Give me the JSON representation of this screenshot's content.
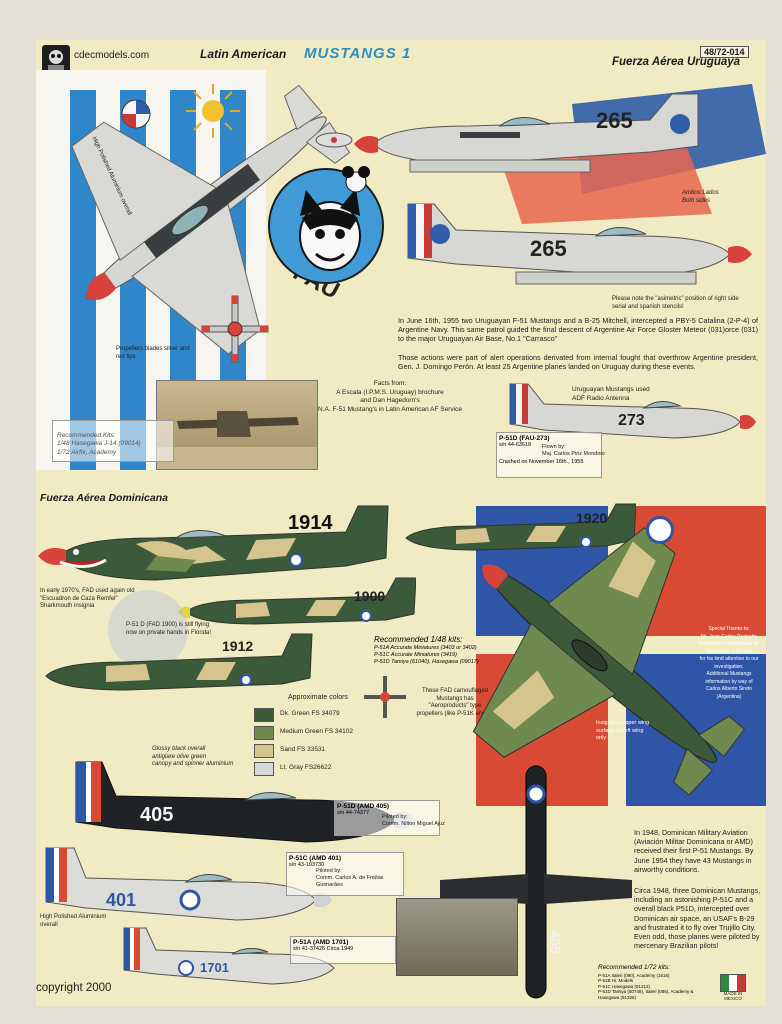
{
  "header": {
    "site": "cdecmodels.com",
    "series": "Latin American",
    "title": "MUSTANGS 1",
    "code": "48/72-014"
  },
  "uruguay": {
    "heading": "Fuerza Aérea Uruguaya",
    "left_note": "High Polished Aluminium overall",
    "prop_note": "Propellers blades silver and red tips",
    "fau_label": "FAU",
    "serial_265": "265",
    "serial_273": "273",
    "ambos_lados": "Ambos Lados\nBoth sides",
    "asym_note": "Please note the \"asimetric\" position of right side serial and spanish stencils!",
    "story_1": "In June 16th, 1955 two Uruguayan F-51 Mustangs and a B-25 Mitchell, intercepted a PBY-5 Catalina (2-P-4) of Argentine Navy. This same patrol guided the final descent of Argentine Air Force Gloster Meteor (031)orce (031) to the major Uruguayan Air Base, No.1 \"Carrasco\"",
    "story_2": "Those actions were part of alert operations derivated from internal fought that overthrow Argentine president, Gen. J. Domingo Perón. At least 25 Argentine planes landed on Uruguay during these events.",
    "facts": "Facts from:\nA Escala (I.P.M.S. Uruguay) brochure\nand Dan Hagedorn's\nN.A. F-51 Mustang's in Latin American AF Service",
    "radio_note": "Uruguayan Mustangs used\nADF Radio Antenna",
    "kits_note": "Recommended Kits:\n1/48 Hasegawa J-14 (09014)\n1/72 Airfix, Academy",
    "fau273": {
      "title": "P-51D (FAU-273)",
      "sn": "s/n 44-63618",
      "flown": "Flown by:\nMaj. Carlos Piriz Mondino",
      "crashed": "Crashed on November 16th., 1955"
    }
  },
  "dominicana": {
    "heading": "Fuerza Aérea Dominicana",
    "serial_1914": "1914",
    "serial_1900": "1900",
    "serial_1912": "1912",
    "serial_1920": "1920",
    "sharkmouth": "In early 1970's, FAD used again old \"Escuadron de Caza Remfel\" Sharkmouth insignia",
    "fad1900": "P-51 D (FAD 1900) is still flying now on private hands in Florida!",
    "recommended_48": {
      "title": "Recommended 1/48 kits:",
      "lines": [
        "P-51A Accurate Miniatures (3403 or 3402)",
        "P-51C Accurate Miniatures (3419)",
        "P-51D Tamiya (61040), Hasegawa (09017)"
      ]
    },
    "aeroproducts": "These FAD camouflaged Mustangs has \"Aeroproducts\" type propellers (like P-51K and H)",
    "colors_title": "Approximate colors",
    "colors": [
      {
        "label": "Dk. Green FS 34079",
        "hex": "#3a5a3a"
      },
      {
        "label": "Medium Green FS 34102",
        "hex": "#6f8a4e"
      },
      {
        "label": "Sand FS 33531",
        "hex": "#d6c48e"
      },
      {
        "label": "Lt. Gray FS26622",
        "hex": "#d7dadb"
      }
    ],
    "thanks": "Special Thanks to:\nMr. Juan Carlos Preinetto\n(Asociacion Dominicana de Modelismo a Escala)\nfor his kind attention to our investigation.\nAdditional Mustangs information by way of\nCarlos Alberto Sireto (Argentina)",
    "glossy_note": "Glossy black overall\nantiglare olive green\ncanopy and spinner aluminium",
    "amd405": {
      "title": "P-51D (AMD 405)",
      "sn": "s/n 44-74377",
      "piloted": "Piloted by:\nComm. Nilton Miguel Ajuz"
    },
    "amd401": {
      "title": "P-51C (AMD 401)",
      "sn": "s/n 43-103730",
      "piloted": "Piloted by:\nComm. Carlos A. de Freitas\nGuimarães"
    },
    "amd1701": {
      "title": "P-51A (AMD 1701)",
      "sn": "s/n 41-37426 Circa 1949"
    },
    "hpa_note": "High Polished Aluminium\noverall",
    "serial_405": "405",
    "serial_401": "401",
    "serial_1701": "1701",
    "upper_wing_note": "Insignia in upper wing\nsurface on left wing\nonly",
    "history_1": "In 1948, Dominican Military Aviation (Aviación Militar Dominicana or AMD) received their first P-51 Mustangs. By June 1954 they have 43 Mustangs in airworthy conditions.",
    "history_2": "Circa 1948, three Dominican Mustangs, including an astonishing P-51C and a overall black P51D, intercepted over Dominican air space, an USAF's B-29 and frustrated it to fly over Trujillo City. Even odd, those planes were piloted by mercenary Brazilian pilots!",
    "recommended_72": {
      "title": "Recommended 1/72 kits:",
      "lines": [
        "P-51A Italeri (090), Academy (1616)",
        "P-51B Hi. Models",
        "P-51C Hasegawa (51312)",
        "P-51D Tamiya (60749), Italeri (086), Academy & Hasegawa (51326)"
      ]
    }
  },
  "footer": {
    "copyright": "copyright 2000",
    "made_in": "MADE IN MEXICO"
  }
}
